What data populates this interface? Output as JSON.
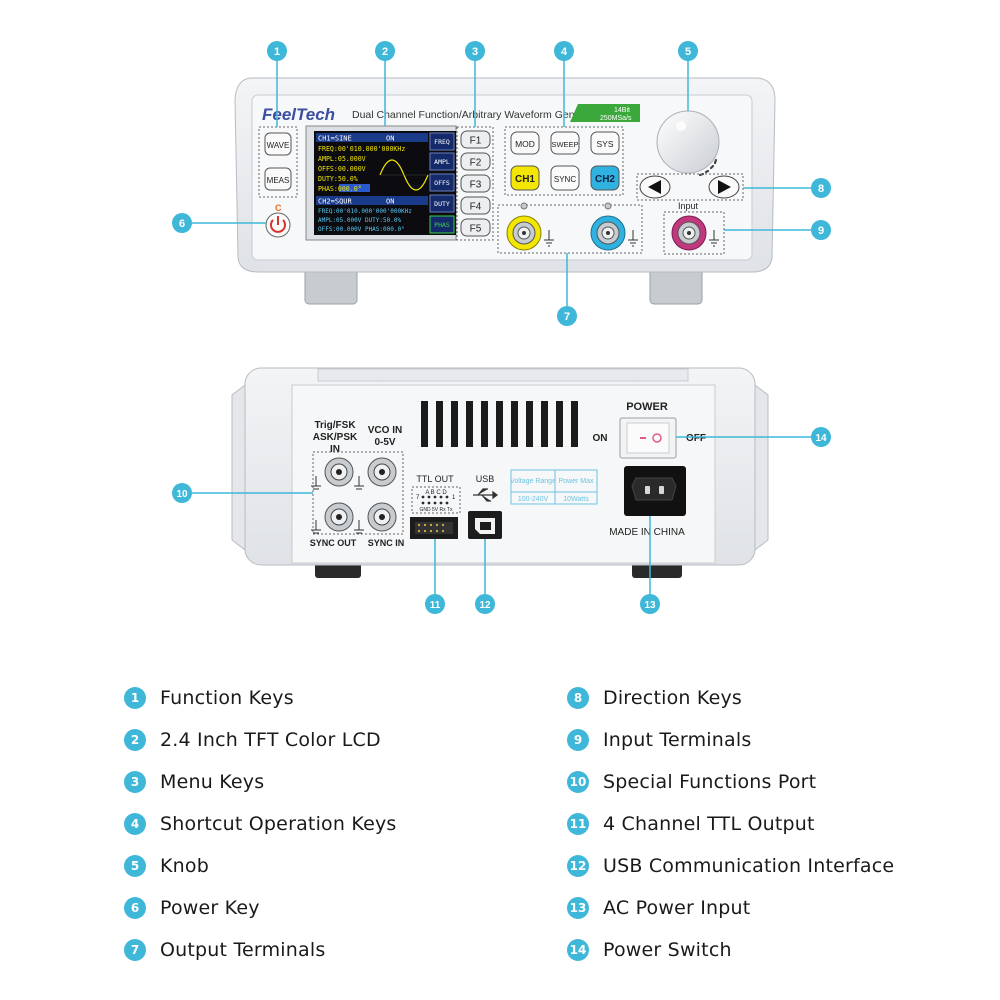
{
  "front_panel": {
    "brand": "FeelTech",
    "model_title": "Dual Channel Function/Arbitrary Waveform Generator",
    "spec_line1": "14Bit",
    "spec_line2": "250MSa/s",
    "wave_key": "WAVE",
    "meas_key": "MEAS",
    "menu_keys": [
      "F1",
      "F2",
      "F3",
      "F4",
      "F5"
    ],
    "shortcut_keys": {
      "mod": "MOD",
      "sweep": "SWEEP",
      "sys": "SYS",
      "ch1": "CH1",
      "sync": "SYNC",
      "ch2": "CH2"
    },
    "input_label": "Input",
    "power_indicator": "C",
    "lcd": {
      "ch1_header": "CH1=SINE",
      "ch1_state": "ON",
      "ch1_lines": [
        "FREQ:00'010.000'000KHz",
        "AMPL:05.000V",
        "OFFS:00.000V",
        "DUTY:50.0%",
        "PHAS:000.0°"
      ],
      "ch2_header": "CH2=SQUR",
      "ch2_state": "ON",
      "ch2_lines": [
        "FREQ:00'010.000'000'000KHz",
        "AMPL:05.000V  DUTY:50.0%",
        "OFFS:00.000V  PHAS:000.0°"
      ],
      "side_tabs": [
        "FREQ",
        "AMPL",
        "OFFS",
        "DUTY",
        "PHAS"
      ]
    }
  },
  "back_panel": {
    "trig_label_1": "Trig/FSK",
    "trig_label_2": "ASK/PSK",
    "trig_label_3": "IN",
    "vco_label_1": "VCO IN",
    "vco_label_2": "0-5V",
    "sync_out": "SYNC OUT",
    "sync_in": "SYNC IN",
    "ttl_out": "TTL OUT",
    "ttl_pins_top": "A B C D",
    "ttl_pin_left": "7",
    "ttl_pin_right": "1",
    "ttl_pins_bottom": "GND 5V Rx Tx",
    "usb": "USB",
    "voltage_range_head": "Voltage Range",
    "voltage_range_val": "100-240V",
    "power_max_head": "Power Max",
    "power_max_val": "10Watts",
    "power_label": "POWER",
    "on_label": "ON",
    "off_label": "OFF",
    "made_in": "MADE IN CHINA"
  },
  "callouts": [
    "1",
    "2",
    "3",
    "4",
    "5",
    "6",
    "7",
    "8",
    "9",
    "10",
    "11",
    "12",
    "13",
    "14"
  ],
  "legend": [
    {
      "num": "1",
      "text": "Function Keys"
    },
    {
      "num": "2",
      "text": "2.4 Inch TFT Color LCD"
    },
    {
      "num": "3",
      "text": "Menu Keys"
    },
    {
      "num": "4",
      "text": "Shortcut Operation Keys"
    },
    {
      "num": "5",
      "text": "Knob"
    },
    {
      "num": "6",
      "text": "Power Key"
    },
    {
      "num": "7",
      "text": "Output Terminals"
    },
    {
      "num": "8",
      "text": "Direction Keys"
    },
    {
      "num": "9",
      "text": "Input Terminals"
    },
    {
      "num": "10",
      "text": "Special Functions Port"
    },
    {
      "num": "11",
      "text": "4 Channel TTL Output"
    },
    {
      "num": "12",
      "text": "USB Communication Interface"
    },
    {
      "num": "13",
      "text": "AC Power Input"
    },
    {
      "num": "14",
      "text": "Power Switch"
    }
  ],
  "colors": {
    "accent": "#3fb7d9",
    "ch1": "#f3e600",
    "ch2": "#2fb2e0",
    "input_ring": "#c2387f"
  }
}
